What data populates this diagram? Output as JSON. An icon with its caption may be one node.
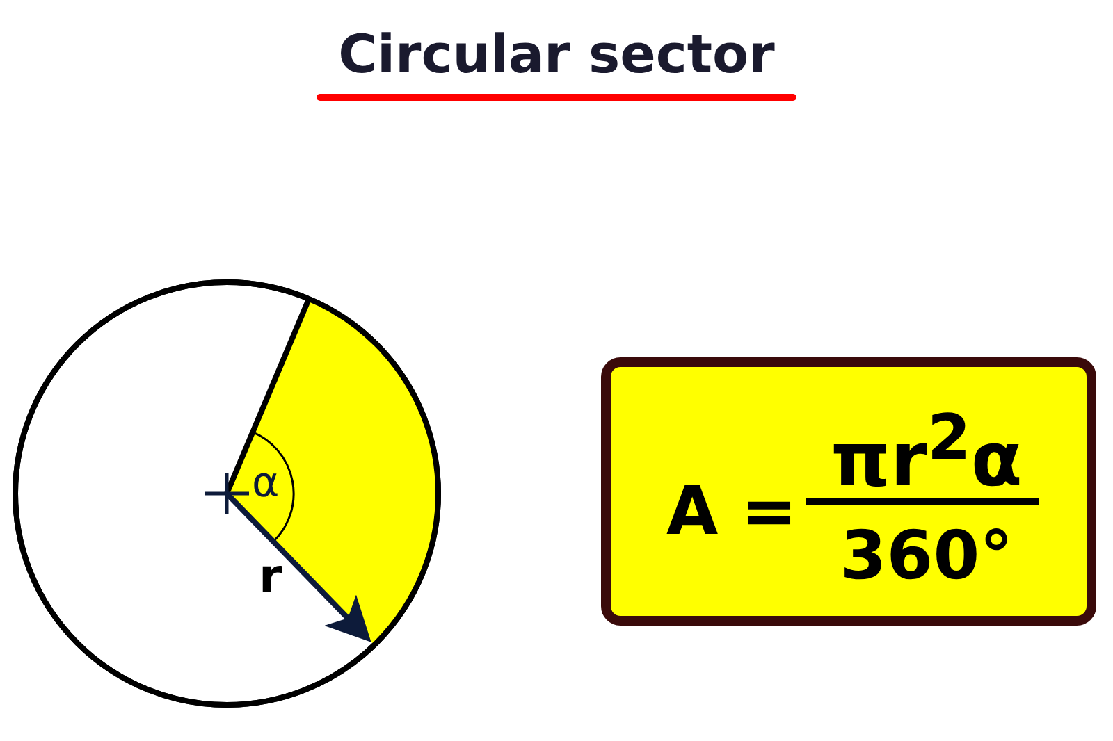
{
  "diagram": {
    "title": "Circular sector",
    "nodes": [
      {
        "text": [
          "A =",
          "πr$^{2}$α",
          "360°"
        ]
      }
    ],
    "edges": [],
    "labels": [
      "α",
      "r"
    ]
  }
}
